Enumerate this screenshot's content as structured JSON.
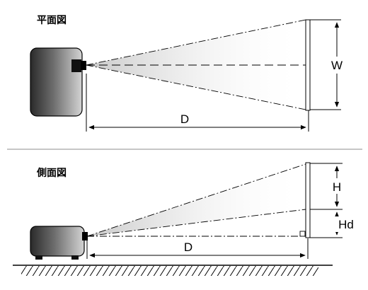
{
  "plan_view": {
    "title": "平面図",
    "width_label": "W",
    "distance_label": "D"
  },
  "side_view": {
    "title": "側面図",
    "height_label": "H",
    "offset_label": "Hd",
    "distance_label": "D"
  },
  "colors": {
    "projector_body_dark": "#1e1e1e",
    "projector_body_light": "#cfcfcf",
    "beam_fill": "#e6e6e6",
    "line": "#000000",
    "divider": "#8c8c8c"
  }
}
